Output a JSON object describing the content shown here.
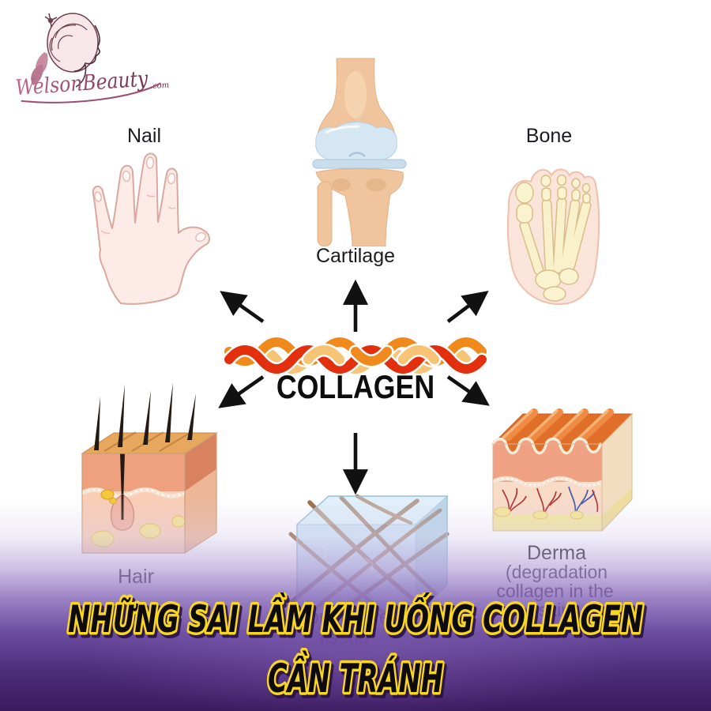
{
  "logo": {
    "brand": "WelsonBeauty",
    "tld": ".com"
  },
  "diagram": {
    "center_label": "COLLAGEN",
    "items": [
      {
        "id": "nail",
        "label": "Nail"
      },
      {
        "id": "cartilage",
        "label": "Cartilage"
      },
      {
        "id": "bone",
        "label": "Bone"
      },
      {
        "id": "hair",
        "label": "Hair"
      },
      {
        "id": "connective-tissue",
        "label_line1": "connective",
        "label_line2": "tissue"
      },
      {
        "id": "derma",
        "label": "Derma",
        "sublabel_line1": "(degradation",
        "sublabel_line2": "collagen in the skin"
      }
    ]
  },
  "banner": {
    "line1": "NHỮNG SAI LẦM KHI UỐNG COLLAGEN",
    "line2": "CẦN TRÁNH",
    "fill": "#0d0a10",
    "outline": "#f8d71e"
  },
  "palette": {
    "fiber_red": "#e2300f",
    "fiber_orange": "#f08a1d",
    "fiber_tan": "#f7c476",
    "background_bottom": "#3e1a62"
  }
}
